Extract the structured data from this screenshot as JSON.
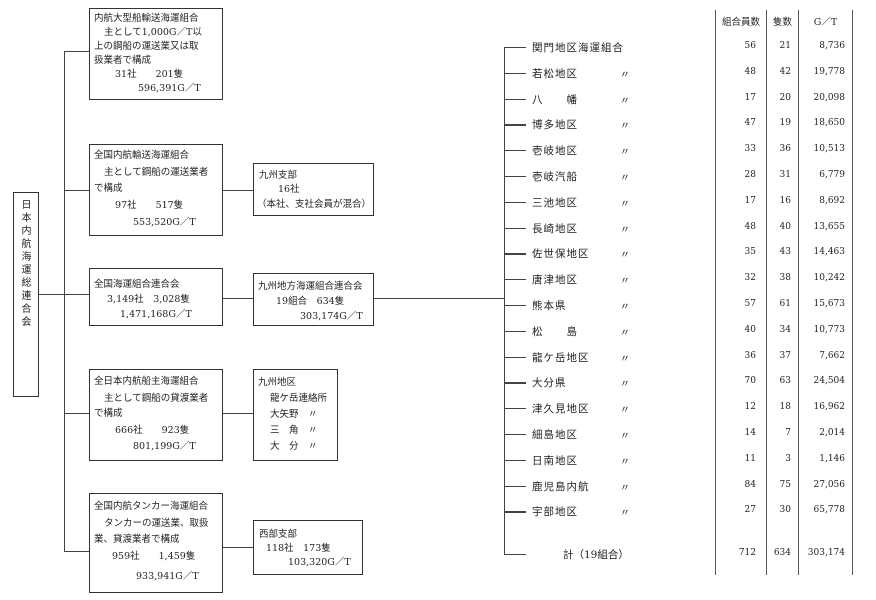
{
  "root": {
    "title": "日本内航海運総連合会"
  },
  "groups": [
    {
      "lines": [
        "内航大型船輸送海運組合",
        "主として1,000G／T以",
        "上の鋼船の運送業又は取",
        "扱業者で構成",
        "31社　　201隻",
        "596,391G／T"
      ]
    },
    {
      "lines": [
        "全国内航輸送海運組合",
        "主として鋼船の運送業者",
        "で構成",
        "97社　　517隻",
        "553,520G／T"
      ]
    },
    {
      "lines": [
        "全国海運組合連合会",
        "3,149社　3,028隻",
        "1,471,168G／T"
      ]
    },
    {
      "lines": [
        "全日本内航船主海運組合",
        "主として鋼船の貸渡業者",
        "で構成",
        "666社　　923隻",
        "801,199G／T"
      ]
    },
    {
      "lines": [
        "全国内航タンカー海運組合",
        "タンカーの運送業、取扱",
        "業、貸渡業者で構成",
        "959社　　1,459隻",
        "933,941G／T"
      ]
    }
  ],
  "branches": [
    {
      "lines": [
        "九州支部",
        "16社",
        "（本社、支社会員が混合）"
      ]
    },
    {
      "lines": [
        "九州地方海運組合連合会",
        "19組合　634隻",
        "303,174G／T"
      ]
    },
    {
      "lines": [
        "九州地区",
        "龍ケ岳連絡所",
        "大矢野　〃",
        "三　角　〃",
        "大　分　〃"
      ]
    },
    {
      "lines": [
        "西部支部",
        "118社　173隻",
        "103,320G／T"
      ]
    }
  ],
  "table": {
    "headers": [
      "組合員数",
      "隻数",
      "G／T"
    ],
    "rows": [
      {
        "name": "関門地区海運組合",
        "ditto": "",
        "members": "56",
        "ships": "21",
        "gt": "8,736"
      },
      {
        "name": "若松地区",
        "ditto": "〃",
        "members": "48",
        "ships": "42",
        "gt": "19,778"
      },
      {
        "name": "八　　幡",
        "ditto": "〃",
        "members": "17",
        "ships": "20",
        "gt": "20,098"
      },
      {
        "name": "博多地区",
        "ditto": "〃",
        "members": "47",
        "ships": "19",
        "gt": "18,650"
      },
      {
        "name": "壱岐地区",
        "ditto": "〃",
        "members": "33",
        "ships": "36",
        "gt": "10,513"
      },
      {
        "name": "壱岐汽船",
        "ditto": "〃",
        "members": "28",
        "ships": "31",
        "gt": "6,779"
      },
      {
        "name": "三池地区",
        "ditto": "〃",
        "members": "17",
        "ships": "16",
        "gt": "8,692"
      },
      {
        "name": "長崎地区",
        "ditto": "〃",
        "members": "48",
        "ships": "40",
        "gt": "13,655"
      },
      {
        "name": "佐世保地区",
        "ditto": "〃",
        "members": "35",
        "ships": "43",
        "gt": "14,463"
      },
      {
        "name": "唐津地区",
        "ditto": "〃",
        "members": "32",
        "ships": "38",
        "gt": "10,242"
      },
      {
        "name": "熊本県",
        "ditto": "〃",
        "members": "57",
        "ships": "61",
        "gt": "15,673"
      },
      {
        "name": "松　　島",
        "ditto": "〃",
        "members": "40",
        "ships": "34",
        "gt": "10,773"
      },
      {
        "name": "龍ケ岳地区",
        "ditto": "〃",
        "members": "36",
        "ships": "37",
        "gt": "7,662"
      },
      {
        "name": "大分県",
        "ditto": "〃",
        "members": "70",
        "ships": "63",
        "gt": "24,504"
      },
      {
        "name": "津久見地区",
        "ditto": "〃",
        "members": "12",
        "ships": "18",
        "gt": "16,962"
      },
      {
        "name": "細島地区",
        "ditto": "〃",
        "members": "14",
        "ships": "7",
        "gt": "2,014"
      },
      {
        "name": "日南地区",
        "ditto": "〃",
        "members": "11",
        "ships": "3",
        "gt": "1,146"
      },
      {
        "name": "鹿児島内航",
        "ditto": "〃",
        "members": "84",
        "ships": "75",
        "gt": "27,056"
      },
      {
        "name": "宇部地区",
        "ditto": "〃",
        "members": "27",
        "ships": "30",
        "gt": "65,778"
      }
    ],
    "total": {
      "name": "計（19組合）",
      "members": "712",
      "ships": "634",
      "gt": "303,174"
    }
  }
}
